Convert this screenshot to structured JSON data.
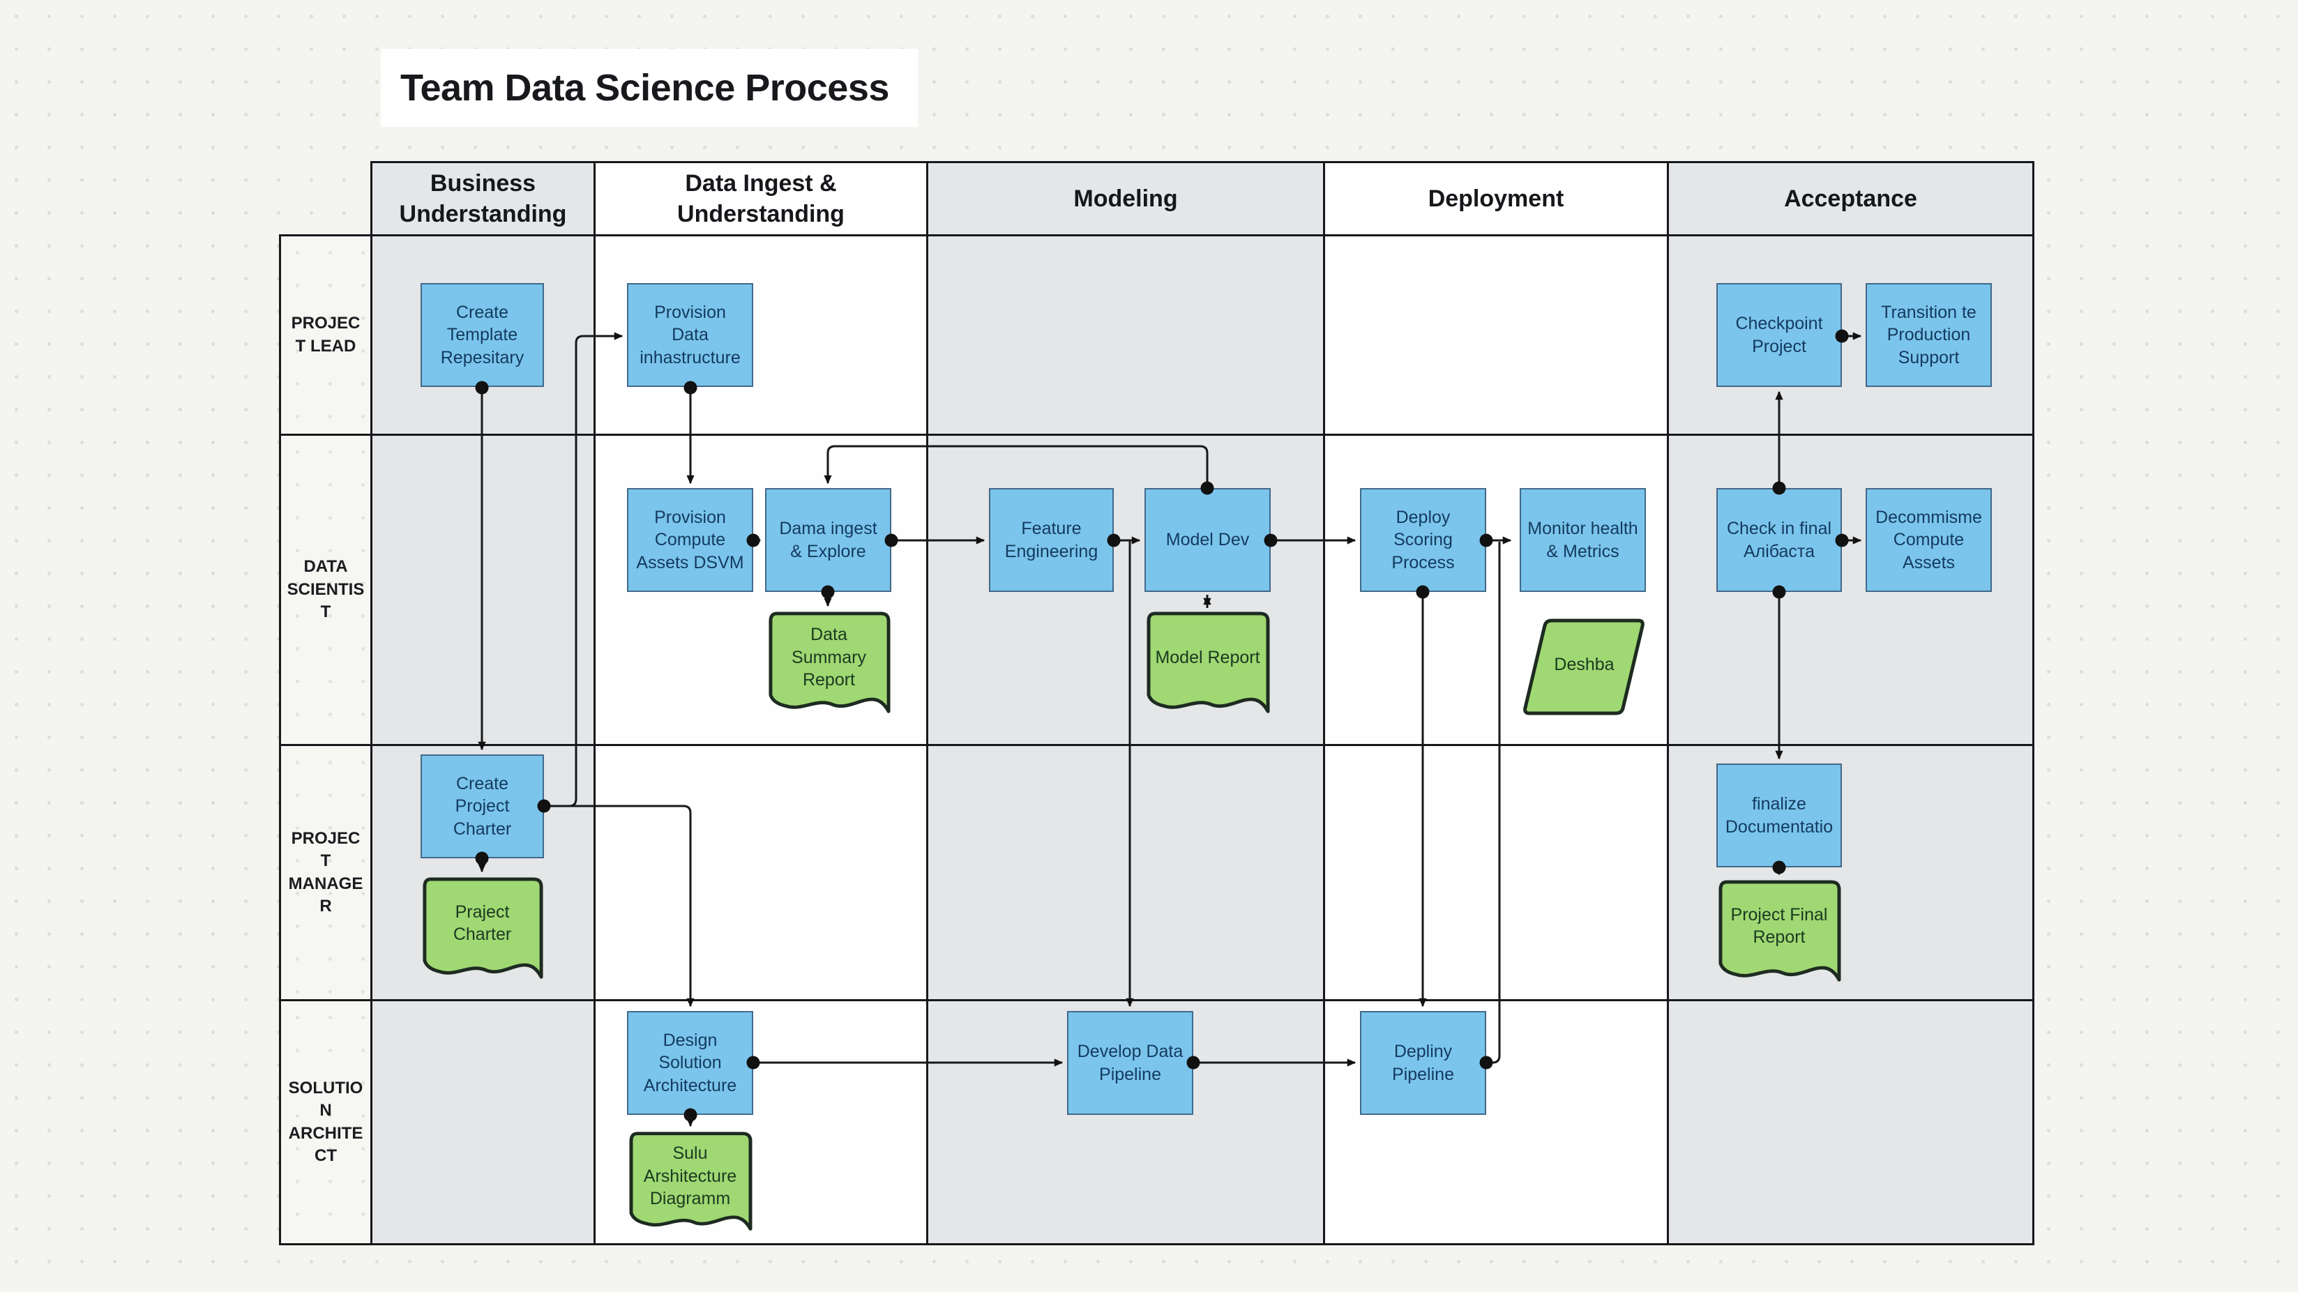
{
  "title": "Team Data Science Process",
  "columns": [
    {
      "label": "Business Understanding"
    },
    {
      "label": "Data Ingest & Understanding"
    },
    {
      "label": "Modeling"
    },
    {
      "label": "Deployment"
    },
    {
      "label": "Acceptance"
    }
  ],
  "rows": [
    {
      "label": "PROJECT LEAD"
    },
    {
      "label": "DATA SCIENTIST"
    },
    {
      "label": "PROJECT MANAGER"
    },
    {
      "label": "SOLUTION ARCHITECT"
    }
  ],
  "nodes": {
    "create_template_repository": {
      "label": "Create Template Repesitary",
      "type": "process"
    },
    "provision_data_infrastructure": {
      "label": "Provision Data inhastructure",
      "type": "process"
    },
    "checkpoint_project": {
      "label": "Checkpoint Project",
      "type": "process"
    },
    "transition_production_support": {
      "label": "Transition te Production Support",
      "type": "process"
    },
    "provision_compute_assets": {
      "label": "Provision Compute Assets DSVM",
      "type": "process"
    },
    "data_ingest_explore": {
      "label": "Dama ingest & Explore",
      "type": "process"
    },
    "feature_engineering": {
      "label": "Feature Engineering",
      "type": "process"
    },
    "model_dev": {
      "label": "Model Dev",
      "type": "process"
    },
    "deploy_scoring_process": {
      "label": "Deploy Scoring Process",
      "type": "process"
    },
    "monitor_health_metrics": {
      "label": "Monitor health & Metrics",
      "type": "process"
    },
    "check_in_final": {
      "label": "Check in final Алібаста",
      "type": "process"
    },
    "decommission_compute_assets": {
      "label": "Decommisme Compute Assets",
      "type": "process"
    },
    "data_summary_report": {
      "label": "Data Summary Report",
      "type": "document"
    },
    "model_report": {
      "label": "Model Report",
      "type": "document"
    },
    "dashboard": {
      "label": "Deshba",
      "type": "data"
    },
    "create_project_charter": {
      "label": "Create Project Charter",
      "type": "process"
    },
    "project_charter": {
      "label": "Praject Charter",
      "type": "document"
    },
    "finalize_documentation": {
      "label": "finalize Documentatio",
      "type": "process"
    },
    "project_final_report": {
      "label": "Project Final Report",
      "type": "document"
    },
    "design_solution_architecture": {
      "label": "Design Solution Architecture",
      "type": "process"
    },
    "solution_architecture_diagram": {
      "label": "Sulu Arshitecture Diagramm",
      "type": "document"
    },
    "develop_data_pipeline": {
      "label": "Develop Data Pipeline",
      "type": "process"
    },
    "deploy_pipeline": {
      "label": "Depliny Pipeline",
      "type": "process"
    }
  },
  "colors": {
    "process_fill": "#7BC5EC",
    "process_border": "#42698A",
    "artifact_fill": "#A0D873",
    "artifact_border": "#1D2B20",
    "lane_gray": "#E4E6E8",
    "lane_white": "#FEFEFE",
    "line": "#16181A",
    "background": "#F4F4F1"
  }
}
